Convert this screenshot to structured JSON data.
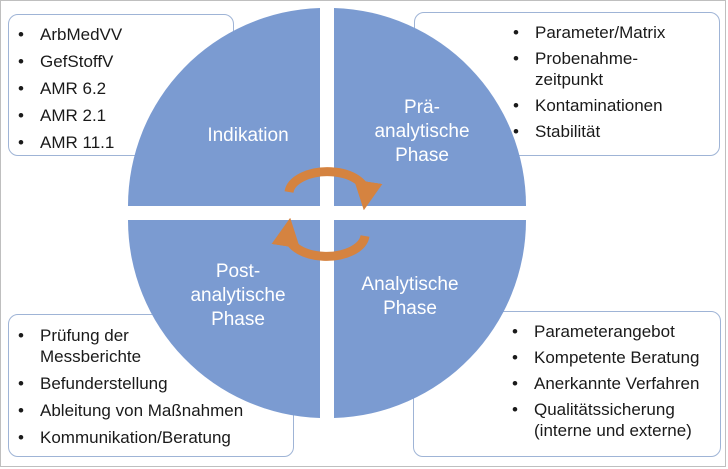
{
  "quadrants": {
    "top_left": "Indikation",
    "top_right": [
      "Prä-",
      "analytische",
      "Phase"
    ],
    "bottom_left": [
      "Post-",
      "analytische",
      "Phase"
    ],
    "bottom_right": [
      "Analytische",
      "Phase"
    ]
  },
  "boxes": {
    "top_left": [
      "ArbMedVV",
      "GefStoffV",
      "AMR 6.2",
      "AMR 2.1",
      "AMR 11.1"
    ],
    "top_right": [
      "Parameter/Matrix",
      "Probenahme-\nzeitpunkt",
      "Kontaminationen",
      "Stabilität"
    ],
    "bottom_left": [
      "Prüfung der\nMessberichte",
      "Befunderstellung",
      "Ableitung von Maßnahmen",
      "Kommunikation/Beratung"
    ],
    "bottom_right": [
      "Parameterangebot",
      "Kompetente Beratung",
      "Anerkannte Verfahren",
      "Qualitätssicherung\n(interne und externe)"
    ]
  },
  "colors": {
    "quadrant_fill": "#7b9bd1",
    "arrow": "#d58340",
    "box_border": "#9fb4d6"
  }
}
